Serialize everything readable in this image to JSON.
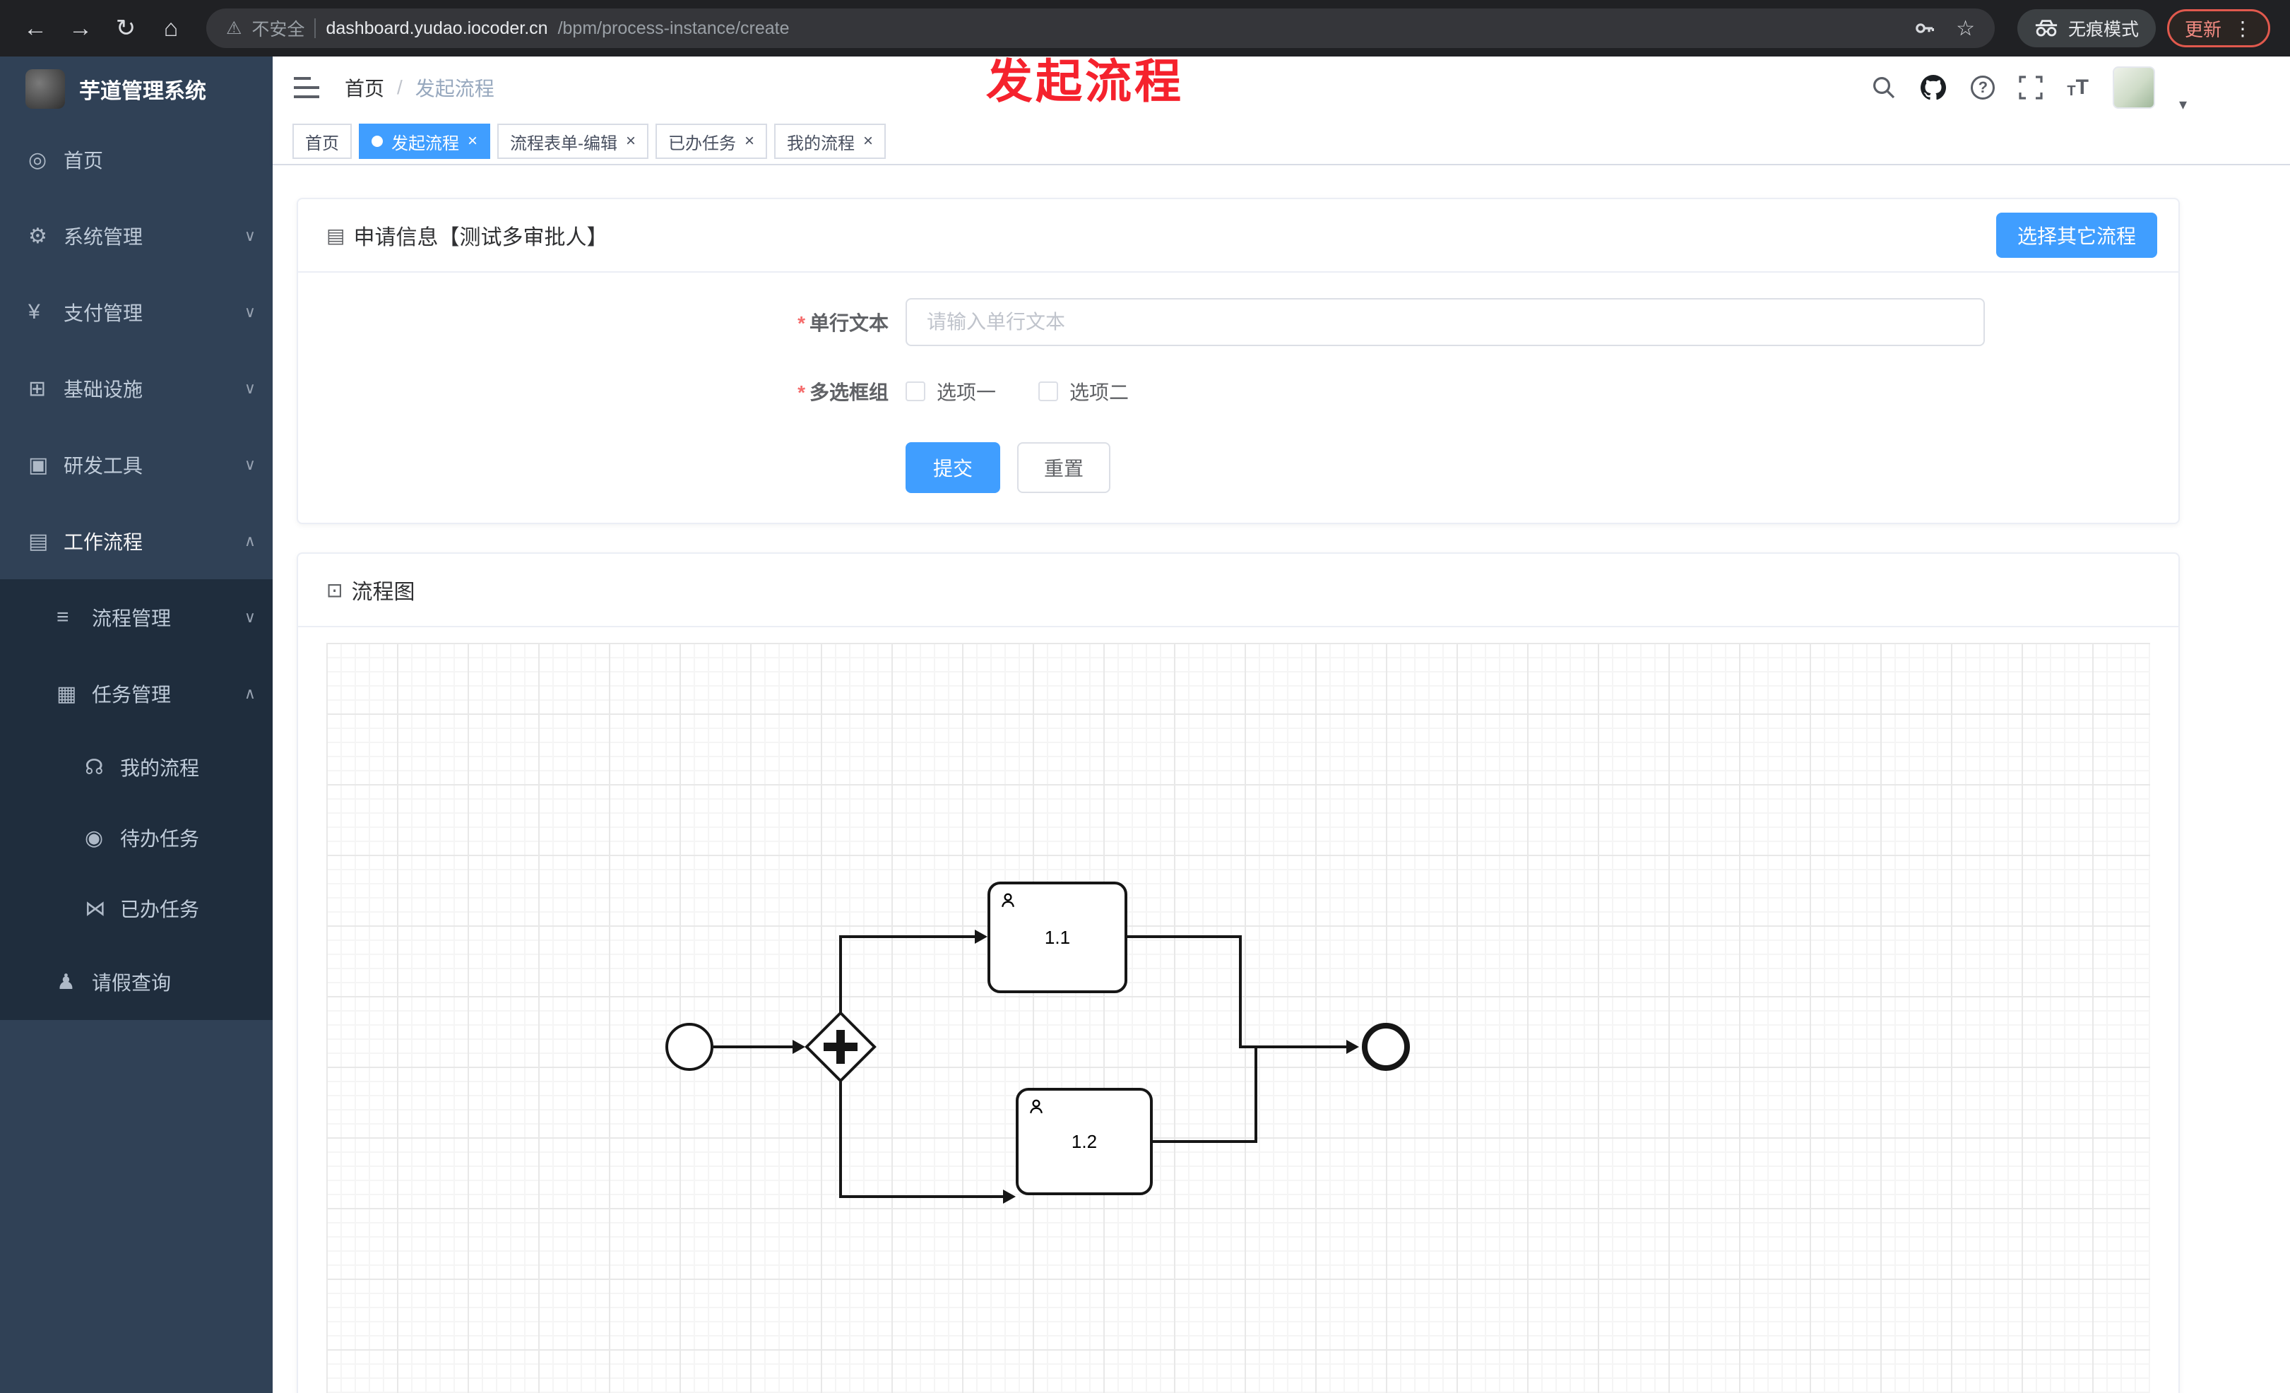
{
  "annotation": {
    "text": "发起流程"
  },
  "browser": {
    "back_icon": "←",
    "forward_icon": "→",
    "refresh_icon": "↻",
    "home_icon": "⌂",
    "warning_icon": "⚠",
    "security_label": "不安全",
    "url_domain": "dashboard.yudao.iocoder.cn",
    "url_path": "/bpm/process-instance/create",
    "star_icon": "☆",
    "incognito_label": "无痕模式",
    "update_label": "更新",
    "menu_dots_icon": "⋮"
  },
  "sidebar": {
    "logo_title": "芋道管理系统",
    "items": [
      {
        "icon": "◎",
        "label": "首页"
      },
      {
        "icon": "⚙",
        "label": "系统管理",
        "chevron": "∨"
      },
      {
        "icon": "¥",
        "label": "支付管理",
        "chevron": "∨"
      },
      {
        "icon": "⊞",
        "label": "基础设施",
        "chevron": "∨"
      },
      {
        "icon": "▣",
        "label": "研发工具",
        "chevron": "∨"
      },
      {
        "icon": "▤",
        "label": "工作流程",
        "chevron": "∧"
      },
      {
        "icon": "≡",
        "label": "流程管理",
        "chevron": "∨"
      },
      {
        "icon": "▦",
        "label": "任务管理",
        "chevron": "∧"
      },
      {
        "icon": "☊",
        "label": "我的流程"
      },
      {
        "icon": "◉",
        "label": "待办任务"
      },
      {
        "icon": "⋈",
        "label": "已办任务"
      },
      {
        "icon": "♟",
        "label": "请假查询"
      }
    ]
  },
  "header": {
    "breadcrumb_home": "首页",
    "breadcrumb_separator": "/",
    "breadcrumb_current": "发起流程",
    "help_glyph": "?",
    "font_small": "T",
    "font_big": "T",
    "avatar_caret": "▾"
  },
  "tabs": [
    {
      "label": "首页"
    },
    {
      "label": "发起流程",
      "close_icon": "×"
    },
    {
      "label": "流程表单-编辑",
      "close_icon": "×"
    },
    {
      "label": "已办任务",
      "close_icon": "×"
    },
    {
      "label": "我的流程",
      "close_icon": "×"
    }
  ],
  "form_card": {
    "icon": "▤",
    "title": "申请信息【测试多审批人】",
    "choose_other_label": "选择其它流程",
    "fields": {
      "text": {
        "required_mark": "*",
        "label": "单行文本",
        "placeholder": "请输入单行文本"
      },
      "checkbox_group": {
        "required_mark": "*",
        "label": "多选框组",
        "options": [
          "选项一",
          "选项二"
        ]
      }
    },
    "submit_label": "提交",
    "reset_label": "重置"
  },
  "diagram_card": {
    "icon": "⊡",
    "title": "流程图",
    "diagram": {
      "type": "bpmn",
      "start_event": "start",
      "gateway": "parallel-gateway",
      "tasks": [
        {
          "label": "1.1"
        },
        {
          "label": "1.2"
        }
      ],
      "end_event": "end"
    }
  },
  "colors": {
    "accent": "#409EFF",
    "sidebar_bg": "#304156",
    "submenu_bg": "#1F2D3D",
    "annotation_red": "#F5222D",
    "chrome_bg": "#202124",
    "update_pill_red": "#E1594D"
  }
}
